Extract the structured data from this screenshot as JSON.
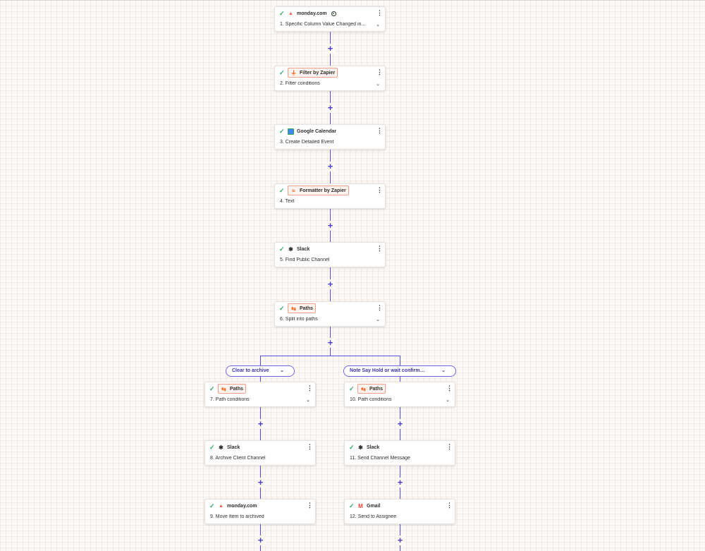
{
  "steps": [
    {
      "app": "monday.com",
      "title": "1. Specific Column Value Changed in...",
      "icon": "monday-icon",
      "badge": false,
      "chevron": true,
      "trigger_icon": true
    },
    {
      "app": "Filter by Zapier",
      "title": "2. Filter conditions",
      "icon": "filter-icon",
      "badge": true,
      "chevron": true
    },
    {
      "app": "Google Calendar",
      "title": "3. Create Detailed Event",
      "icon": "google-calendar-icon",
      "badge": false,
      "chevron": false
    },
    {
      "app": "Formatter by Zapier",
      "title": "4. Text",
      "icon": "formatter-icon",
      "badge": true,
      "chevron": false
    },
    {
      "app": "Slack",
      "title": "5. Find Public Channel",
      "icon": "slack-icon",
      "badge": false,
      "chevron": false
    },
    {
      "app": "Paths",
      "title": "6. Split into paths",
      "icon": "paths-icon",
      "badge": true,
      "chevron": true
    }
  ],
  "paths": [
    {
      "label": "Clear to archive",
      "steps": [
        {
          "app": "Paths",
          "title": "7. Path conditions",
          "icon": "paths-icon",
          "badge": true,
          "chevron": true
        },
        {
          "app": "Slack",
          "title": "8. Archive Client Channel",
          "icon": "slack-icon",
          "badge": false,
          "chevron": false
        },
        {
          "app": "monday.com",
          "title": "9. Move Item to archived",
          "icon": "monday-icon",
          "badge": false,
          "chevron": false
        }
      ]
    },
    {
      "label": "Note Say Hold or wait confirmat...",
      "steps": [
        {
          "app": "Paths",
          "title": "10. Path conditions",
          "icon": "paths-icon",
          "badge": true,
          "chevron": true
        },
        {
          "app": "Slack",
          "title": "11. Send Channel Message",
          "icon": "slack-icon",
          "badge": false,
          "chevron": false
        },
        {
          "app": "Gmail",
          "title": "12. Send to Assignee",
          "icon": "gmail-icon",
          "badge": false,
          "chevron": false
        }
      ]
    }
  ],
  "symbols": {
    "check": "✓",
    "menu": "⋮",
    "chevron": "⌄",
    "add": "+"
  },
  "colors": {
    "accent": "#5b4fd6",
    "check": "#2fa866",
    "badge_border": "#f0a08a",
    "zapier_orange": "#ff4f00"
  }
}
